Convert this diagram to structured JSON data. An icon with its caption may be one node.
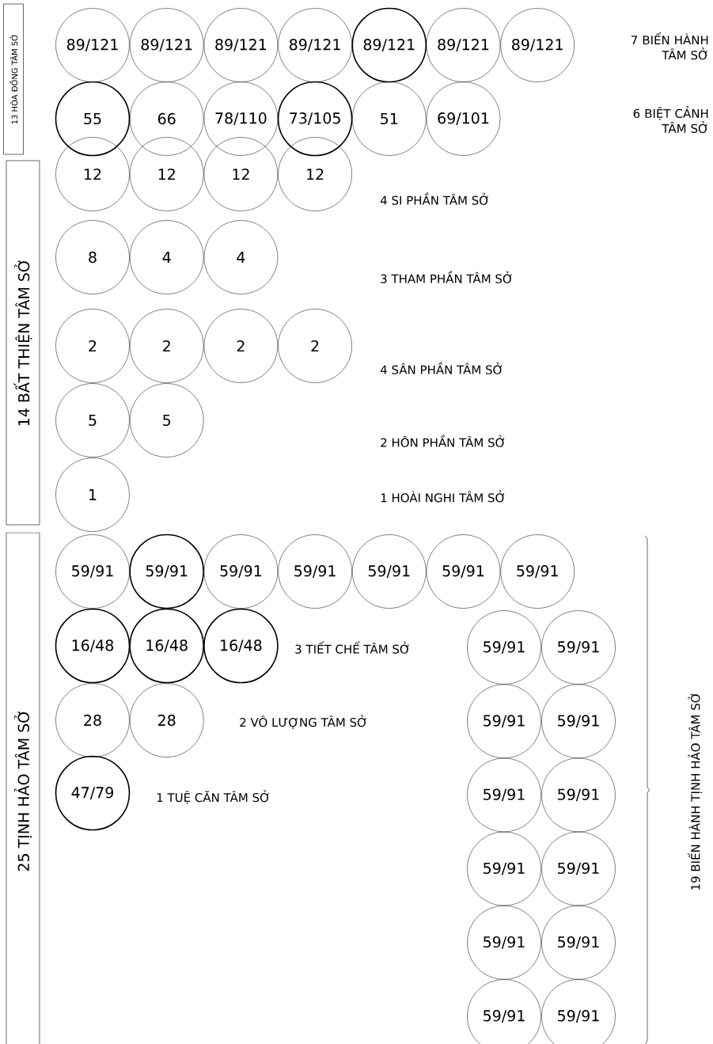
{
  "diagram": {
    "nodes": [
      {
        "text": [
          "13 HÒA ĐỒNG TÂM SỞ"
        ]
      },
      {
        "text": [
          "89/121"
        ]
      },
      {
        "text": [
          "89/121"
        ]
      },
      {
        "text": [
          "89/121"
        ]
      },
      {
        "text": [
          "89/121"
        ]
      },
      {
        "text": [
          "89/121"
        ]
      },
      {
        "text": [
          "89/121"
        ]
      },
      {
        "text": [
          "89/121"
        ]
      },
      {
        "text": [
          "55"
        ]
      },
      {
        "text": [
          "66"
        ]
      },
      {
        "text": [
          "78/110"
        ]
      },
      {
        "text": [
          "73/105"
        ]
      },
      {
        "text": [
          "51"
        ]
      },
      {
        "text": [
          "69/101"
        ]
      },
      {
        "text": [
          "14 BẤT THIỆN TÂM SỞ"
        ]
      },
      {
        "text": [
          "12"
        ]
      },
      {
        "text": [
          "12"
        ]
      },
      {
        "text": [
          "12"
        ]
      },
      {
        "text": [
          "12"
        ]
      },
      {
        "text": [
          "8"
        ]
      },
      {
        "text": [
          "4"
        ]
      },
      {
        "text": [
          "4"
        ]
      },
      {
        "text": [
          "2"
        ]
      },
      {
        "text": [
          "2"
        ]
      },
      {
        "text": [
          "2"
        ]
      },
      {
        "text": [
          "2"
        ]
      },
      {
        "text": [
          "5"
        ]
      },
      {
        "text": [
          "5"
        ]
      },
      {
        "text": [
          "1"
        ]
      },
      {
        "text": [
          "25 TỊNH HẢO TÂM SỞ"
        ]
      },
      {
        "text": [
          "59/91"
        ]
      },
      {
        "text": [
          "59/91"
        ]
      },
      {
        "text": [
          "59/91"
        ]
      },
      {
        "text": [
          "59/91"
        ]
      },
      {
        "text": [
          "59/91"
        ]
      },
      {
        "text": [
          "59/91"
        ]
      },
      {
        "text": [
          "59/91"
        ]
      },
      {
        "text": [
          "16/48"
        ]
      },
      {
        "text": [
          "16/48"
        ]
      },
      {
        "text": [
          "16/48"
        ]
      },
      {
        "text": [
          "28"
        ]
      },
      {
        "text": [
          "28"
        ]
      },
      {
        "text": [
          "47/79"
        ]
      },
      {
        "text": [
          "59/91"
        ]
      },
      {
        "text": [
          "59/91"
        ]
      },
      {
        "text": [
          "59/91"
        ]
      },
      {
        "text": [
          "59/91"
        ]
      },
      {
        "text": [
          "59/91"
        ]
      },
      {
        "text": [
          "59/91"
        ]
      },
      {
        "text": [
          "59/91"
        ]
      },
      {
        "text": [
          "59/91"
        ]
      },
      {
        "text": [
          "59/91"
        ]
      },
      {
        "text": [
          "59/91"
        ]
      },
      {
        "text": [
          "59/91"
        ]
      },
      {
        "text": [
          "59/91"
        ]
      }
    ],
    "labels": [
      "7 BIẾN HÀNH TÂM SỞ",
      "6 BIỆT CẢNH TÂM SỞ",
      "4 SI PHẦN TÂM SỞ",
      "3 THAM PHẦN TÂM SỞ",
      "4 SÂN PHẦN TÂM SỞ",
      "2 HÔN PHẦN TÂM SỞ",
      "1 HOÀI NGHI TÂM SỞ",
      "3 TIẾT CHẾ TÂM SỞ",
      "2 VÔ LƯỢNG TÂM SỞ",
      "1 TUỆ CĂN TÂM SỞ",
      "19 BIẾN HÀNH TỊNH HẢO TÂM SỞ"
    ]
  }
}
